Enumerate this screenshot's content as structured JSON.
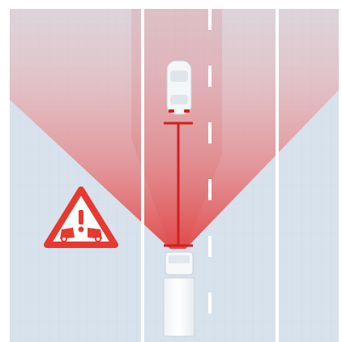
{
  "scene": {
    "road_color": "#d7e2ec",
    "grid_color": "#c7d4df",
    "lane_line_color": "#ffffff",
    "radar_color": "#e23b3b",
    "distance_marker_color": "#d31f1f",
    "lead_vehicle": {
      "label": "",
      "type": "car",
      "icon": "car-icon",
      "body_color": "#f4f6f8"
    },
    "ego_vehicle": {
      "label": "",
      "type": "truck",
      "icon": "truck-icon",
      "body_color": "#f6f8fa"
    },
    "warning": {
      "icon": "collision-warning-icon",
      "shape": "triangle",
      "color": "#e6392f"
    }
  }
}
